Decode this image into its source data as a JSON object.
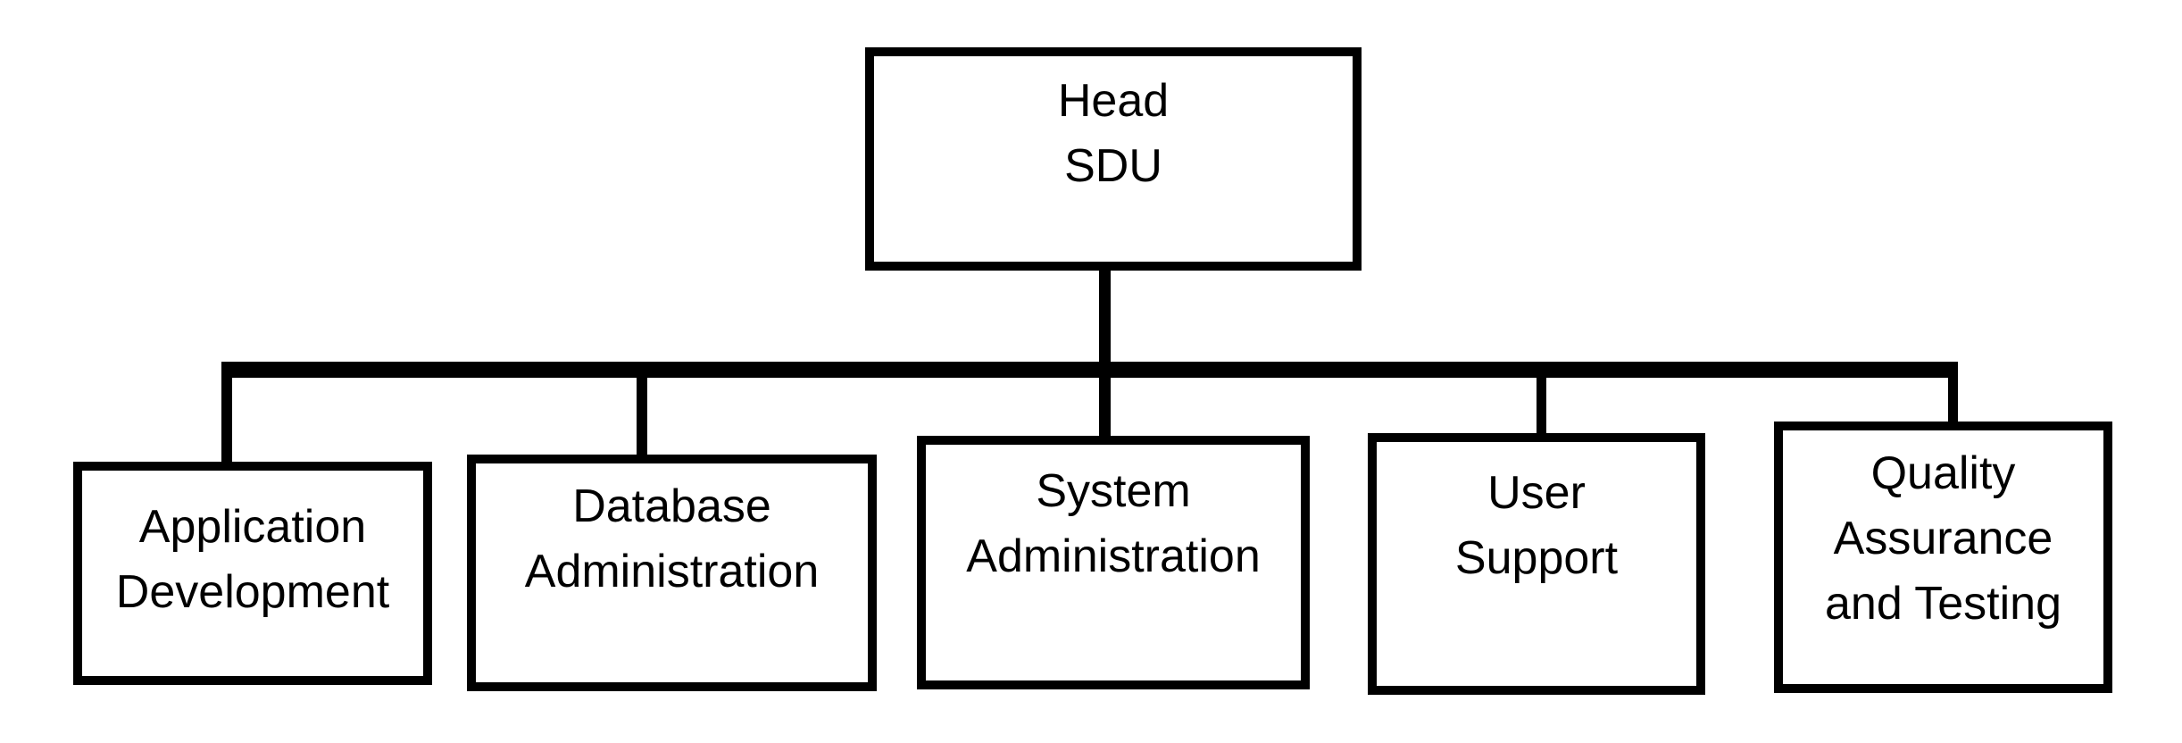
{
  "diagram": {
    "type": "org-chart",
    "colors": {
      "background": "#ffffff",
      "box_fill": "#ffffff",
      "box_border": "#000000",
      "line": "#000000",
      "text": "#000000"
    },
    "root": {
      "id": "head-sdu",
      "label": "Head SDU",
      "label_lines": [
        "Head",
        "SDU"
      ]
    },
    "children": [
      {
        "id": "application-development",
        "label": "Application Development",
        "label_lines": [
          "Application",
          "Development"
        ]
      },
      {
        "id": "database-administration",
        "label": "Database Administration",
        "label_lines": [
          "Database",
          "Administration"
        ]
      },
      {
        "id": "system-administration",
        "label": "System Administration",
        "label_lines": [
          "System",
          "Administration"
        ]
      },
      {
        "id": "user-support",
        "label": "User Support",
        "label_lines": [
          "User",
          "Support"
        ]
      },
      {
        "id": "quality-assurance-and-testing",
        "label": "Quality Assurance and Testing",
        "label_lines": [
          "Quality",
          "Assurance",
          "and Testing"
        ]
      }
    ]
  }
}
